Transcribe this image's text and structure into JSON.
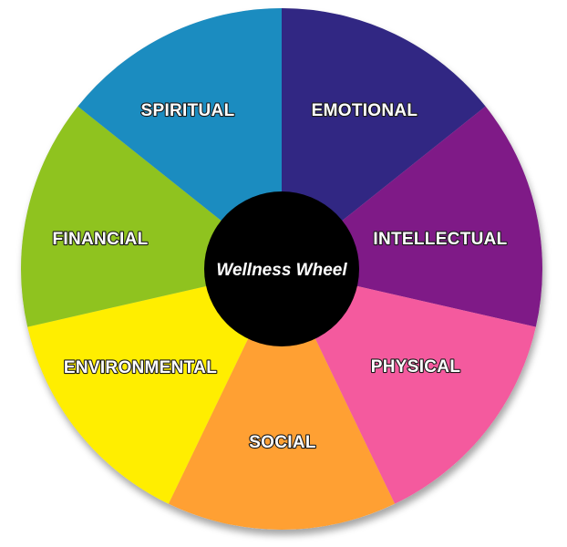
{
  "center": {
    "label": "Wellness Wheel",
    "color": "#000000"
  },
  "segments": [
    {
      "label": "EMOTIONAL",
      "color": "#312783"
    },
    {
      "label": "INTELLECTUAL",
      "color": "#7f1a87"
    },
    {
      "label": "PHYSICAL",
      "color": "#f45a9e"
    },
    {
      "label": "SOCIAL",
      "color": "#ffa033"
    },
    {
      "label": "ENVIRONMENTAL",
      "color": "#ffee00"
    },
    {
      "label": "FINANCIAL",
      "color": "#8fc31f"
    },
    {
      "label": "SPIRITUAL",
      "color": "#1b8cc0"
    }
  ]
}
